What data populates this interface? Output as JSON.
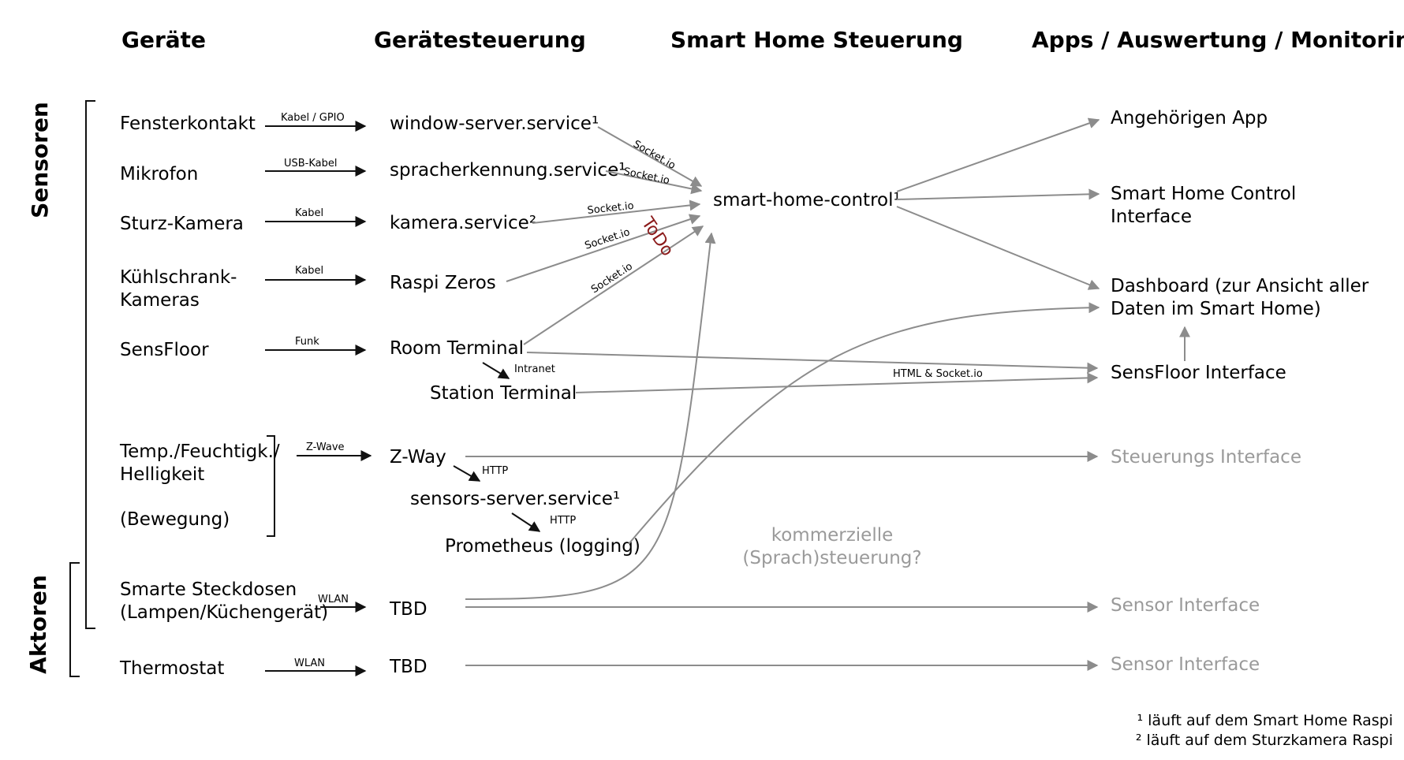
{
  "columns": {
    "devices": "Geräte",
    "device_control": "Gerätesteuerung",
    "smart_home_control": "Smart Home Steuerung",
    "apps": "Apps / Auswertung / Monitoring"
  },
  "groups": {
    "sensors": "Sensoren",
    "actuators": "Aktoren"
  },
  "devices": {
    "window_contact": "Fensterkontakt",
    "microphone": "Mikrofon",
    "fall_camera": "Sturz-Kamera",
    "fridge_cameras_1": "Kühlschrank-",
    "fridge_cameras_2": "Kameras",
    "sensfloor": "SensFloor",
    "temp_1": "Temp./Feuchtigk./",
    "temp_2": "Helligkeit",
    "motion": "(Bewegung)",
    "sockets_1": "Smarte Steckdosen",
    "sockets_2": "(Lampen/Küchengerät)",
    "thermostat": "Thermostat"
  },
  "connections": {
    "cable_gpio": "Kabel / GPIO",
    "usb_cable": "USB-Kabel",
    "cable_camera": "Kabel",
    "cable_fridge": "Kabel",
    "radio": "Funk",
    "zwave": "Z-Wave",
    "wlan_sockets": "WLAN",
    "wlan_thermostat": "WLAN",
    "intranet": "Intranet",
    "http_zway": "HTTP",
    "http_sensors": "HTTP",
    "socketio_window": "Socket.io",
    "socketio_speech": "Socket.io",
    "socketio_camera": "Socket.io",
    "socketio_raspi": "Socket.io",
    "socketio_room": "Socket.io",
    "html_socketio": "HTML & Socket.io"
  },
  "services": {
    "window_server": "window-server.service¹",
    "speech_recognition": "spracherkennung.service¹",
    "camera_service": "kamera.service²",
    "raspi_zeros": "Raspi Zeros",
    "room_terminal": "Room Terminal",
    "station_terminal": "Station Terminal",
    "zway": "Z-Way",
    "sensors_server": "sensors-server.service¹",
    "prometheus": "Prometheus (logging)",
    "tbd_sockets": "TBD",
    "tbd_thermostat": "TBD"
  },
  "central": {
    "smart_home_control": "smart-home-control¹",
    "todo": "ToDo",
    "commercial_1": "kommerzielle",
    "commercial_2": "(Sprach)steuerung?"
  },
  "apps": {
    "relatives_app": "Angehörigen App",
    "control_interface_1": "Smart Home Control",
    "control_interface_2": "Interface",
    "dashboard_1": "Dashboard (zur Ansicht aller",
    "dashboard_2": "Daten im Smart Home)",
    "sensfloor_interface": "SensFloor Interface",
    "control_interface_muted": "Steuerungs Interface",
    "sensor_interface_1": "Sensor Interface",
    "sensor_interface_2": "Sensor Interface"
  },
  "footnotes": {
    "note1": "¹ läuft auf dem Smart Home Raspi",
    "note2": "² läuft auf dem Sturzkamera Raspi"
  },
  "colors": {
    "text": "#1a1a1a",
    "muted": "#9a9a9a",
    "gray_arrow": "#8c8c8c",
    "todo": "#8b1a1a"
  }
}
